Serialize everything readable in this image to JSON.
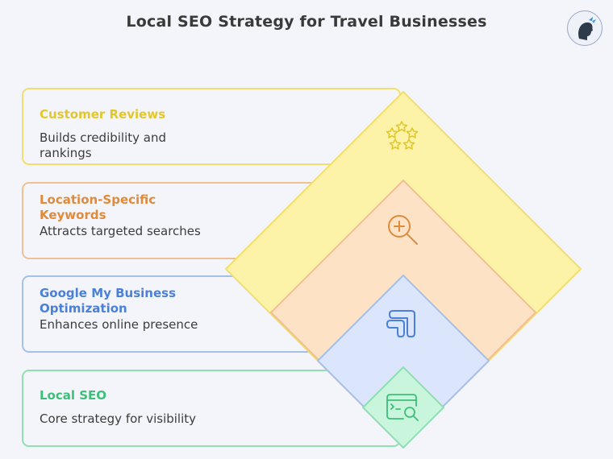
{
  "title": "Local SEO Strategy for Travel Businesses",
  "levels": [
    {
      "title": "Customer Reviews",
      "description": "Builds credibility and rankings",
      "icon": "stars-icon",
      "accent": "#e2c72c",
      "fill": "#fcf3a8",
      "border": "#f2de6c"
    },
    {
      "title": "Location-Specific Keywords",
      "description": "Attracts targeted searches",
      "icon": "magnify-plus-icon",
      "accent": "#e08a3c",
      "fill": "#fde2c6",
      "border": "#f0bf92"
    },
    {
      "title": "Google My Business Optimization",
      "description": "Enhances online presence",
      "icon": "google-business-icon",
      "accent": "#4a80d8",
      "fill": "#dbe6fd",
      "border": "#a7c0ea"
    },
    {
      "title": "Local SEO",
      "description": "Core strategy for visibility",
      "icon": "browser-search-icon",
      "accent": "#3cbf78",
      "fill": "#c9f5dc",
      "border": "#8fdfb3"
    }
  ]
}
